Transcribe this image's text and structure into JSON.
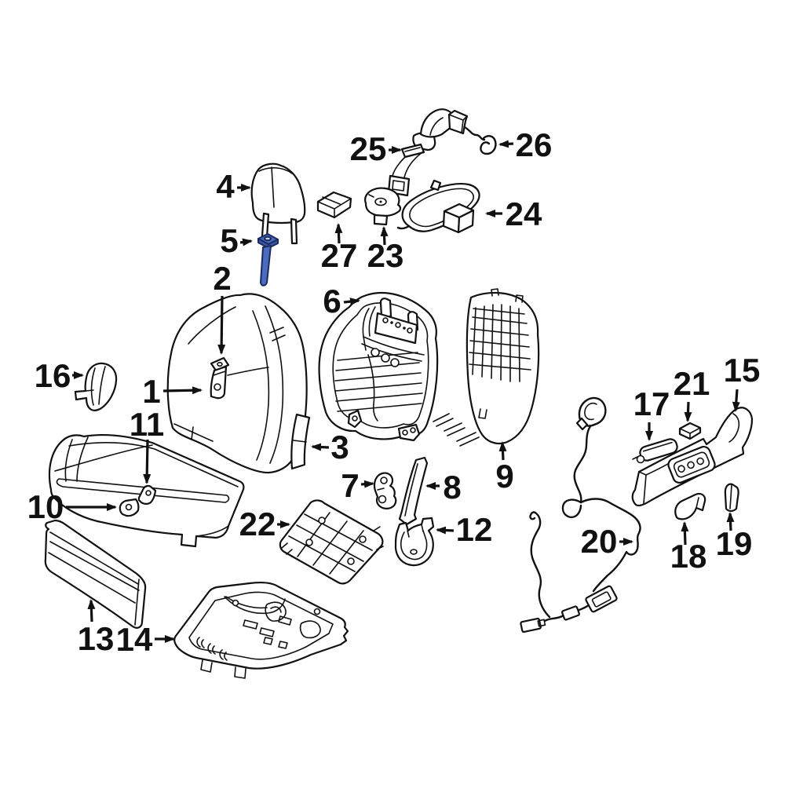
{
  "diagram": {
    "background": "#ffffff",
    "line_color": "#111111",
    "highlight_color": "#4a6bc0",
    "highlight_shadow": "#3a57a8",
    "highlight_hole": "#cdd8ee",
    "highlighted_callout": "5"
  },
  "callouts": [
    {
      "label": "1"
    },
    {
      "label": "2"
    },
    {
      "label": "3"
    },
    {
      "label": "4"
    },
    {
      "label": "5"
    },
    {
      "label": "6"
    },
    {
      "label": "7"
    },
    {
      "label": "8"
    },
    {
      "label": "9"
    },
    {
      "label": "10"
    },
    {
      "label": "11"
    },
    {
      "label": "12"
    },
    {
      "label": "13"
    },
    {
      "label": "14"
    },
    {
      "label": "15"
    },
    {
      "label": "16"
    },
    {
      "label": "17"
    },
    {
      "label": "18"
    },
    {
      "label": "19"
    },
    {
      "label": "20"
    },
    {
      "label": "21"
    },
    {
      "label": "22"
    },
    {
      "label": "23"
    },
    {
      "label": "24"
    },
    {
      "label": "25"
    },
    {
      "label": "26"
    },
    {
      "label": "27"
    }
  ]
}
